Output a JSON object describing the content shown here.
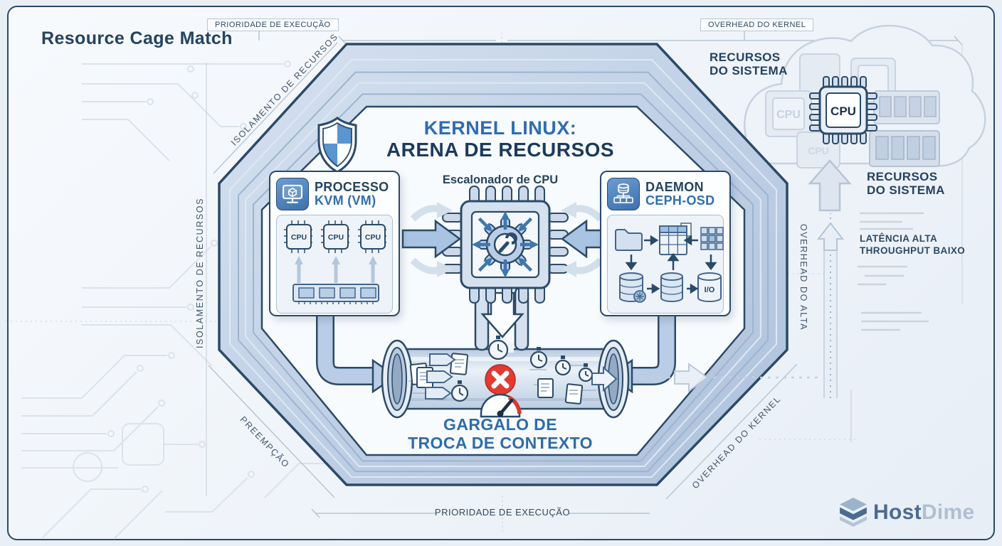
{
  "page": {
    "title": "Resource Cage Match"
  },
  "top_labels": {
    "left": "PRIORIDADE DE EXECUÇÃO",
    "right": "OVERHEAD DO KERNEL"
  },
  "arena": {
    "title_line1": "KERNEL LINUX:",
    "title_line2": "ARENA DE RECURSOS",
    "scheduler_label": "Escalonador de CPU",
    "bottleneck_line1": "GARGALO DE",
    "bottleneck_line2": "TROCA DE CONTEXTO"
  },
  "process_box": {
    "name_line1": "PROCESSO",
    "name_line2": "KVM (VM)",
    "cpu_labels": [
      "CPU",
      "CPU",
      "CPU"
    ]
  },
  "daemon_box": {
    "name_line1": "DAEMON",
    "name_line2": "CEPH-OSD",
    "io_label": "I/O"
  },
  "edge_labels": {
    "top_left": "ISOLAMENTO DE RECURSOS",
    "left": "ISOLAMENTO DE RECURSOS",
    "bottom_left": "PREEMPÇÃO",
    "bottom_right": "OVERHEAD DO KERNEL",
    "right": "OVERHEAD DO ALTA",
    "bottom_center": "PRIORIDADE DE EXECUÇÃO"
  },
  "cloud": {
    "label_top_line1": "RECURSOS",
    "label_top_line2": "DO SISTEMA",
    "label_bottom_line1": "RECURSOS",
    "label_bottom_line2": "DO SISTEMA",
    "cpu_main": "CPU",
    "cpu_faded_left": "CPU",
    "cpu_faded_bottom": "CPU",
    "latency_line1": "LATÊNCIA ALTA",
    "latency_line2": "THROUGHPUT BAIXO"
  },
  "branding": {
    "host": "Host",
    "dime": "Dime"
  },
  "colors": {
    "navy": "#24435f",
    "outline": "#2b4a68",
    "blue": "#2e6cab",
    "band": "#c0d0e6",
    "red": "#e23b31",
    "bg": "#eef3f9"
  }
}
